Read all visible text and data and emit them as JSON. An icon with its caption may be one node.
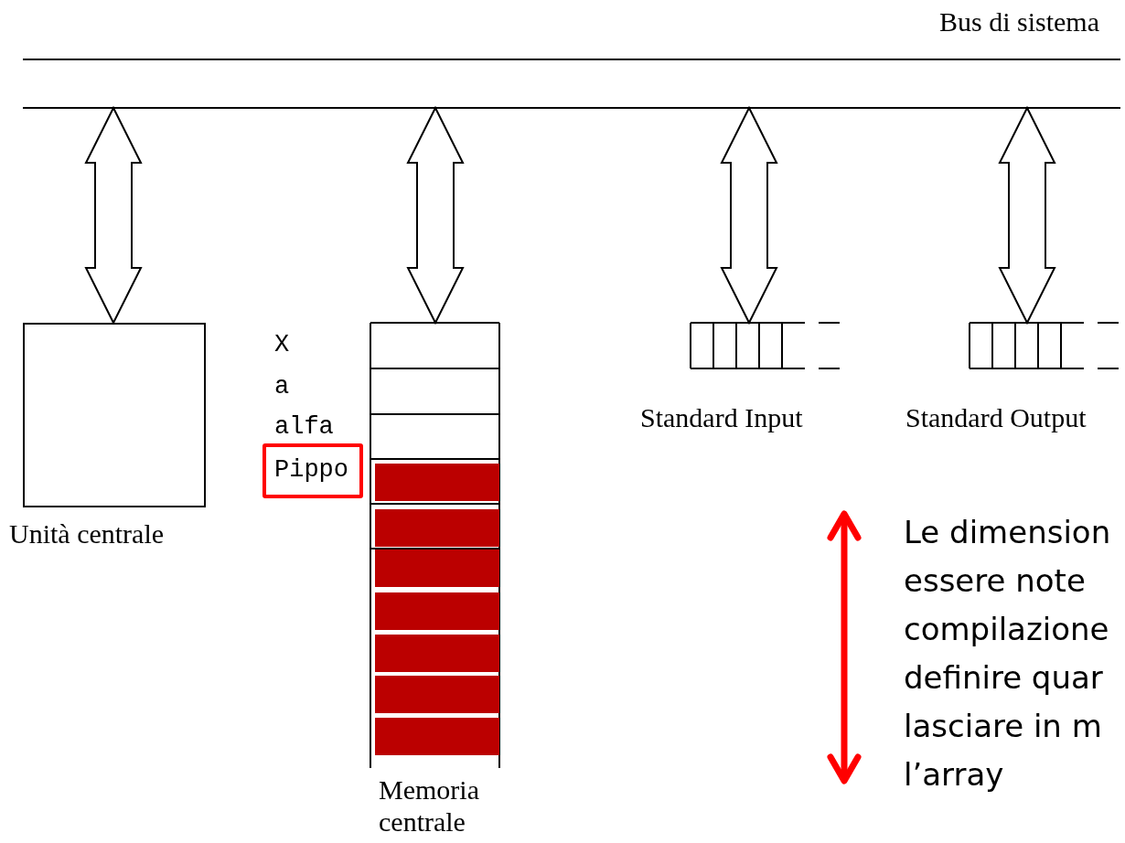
{
  "diagram": {
    "nodes": [
      {
        "text": [
          "Bus di sistema"
        ]
      },
      {
        "text": [
          "Unità centrale"
        ]
      },
      {
        "text": [
          "Memoria centrale"
        ]
      },
      {
        "text": [
          "Standard Input"
        ]
      },
      {
        "text": [
          "Standard Output"
        ]
      },
      {
        "text": [
          "Pippo"
        ]
      }
    ],
    "edges": [
      {
        "from": 0,
        "to": 1,
        "arrow": "both"
      },
      {
        "from": 0,
        "to": 2,
        "arrow": "both"
      },
      {
        "from": 0,
        "to": 3,
        "arrow": "both"
      },
      {
        "from": 0,
        "to": 4,
        "arrow": "both"
      }
    ],
    "labels": [
      "X",
      "a",
      "alfa",
      "Le dimension essere note compilazione definire quar lasciare in m l’array"
    ]
  }
}
